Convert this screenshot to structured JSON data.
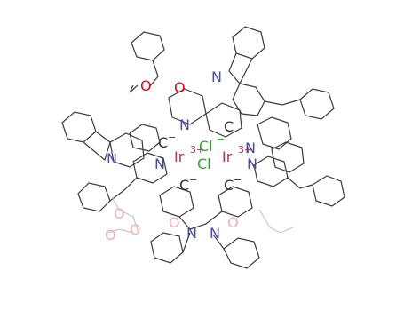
{
  "colors": {
    "bond": "#3a3a3a",
    "bond_light": "#9a9a9a",
    "nitrogen": "#4a4aa8",
    "oxygen": "#e8001c",
    "oxygen_faded": "#f0b0b8",
    "iridium": "#b03060",
    "chlorine": "#20b020",
    "carbanion": "#333333"
  },
  "atoms": {
    "ir1": "Ir",
    "ir2": "Ir",
    "ir_charge": "3+",
    "cl_top": "Cl",
    "cl_bottom": "Cl",
    "cl_charge": "−",
    "c_anion": "C",
    "c_charge": "−",
    "c_plain": "C",
    "n": "N",
    "o": "O"
  }
}
